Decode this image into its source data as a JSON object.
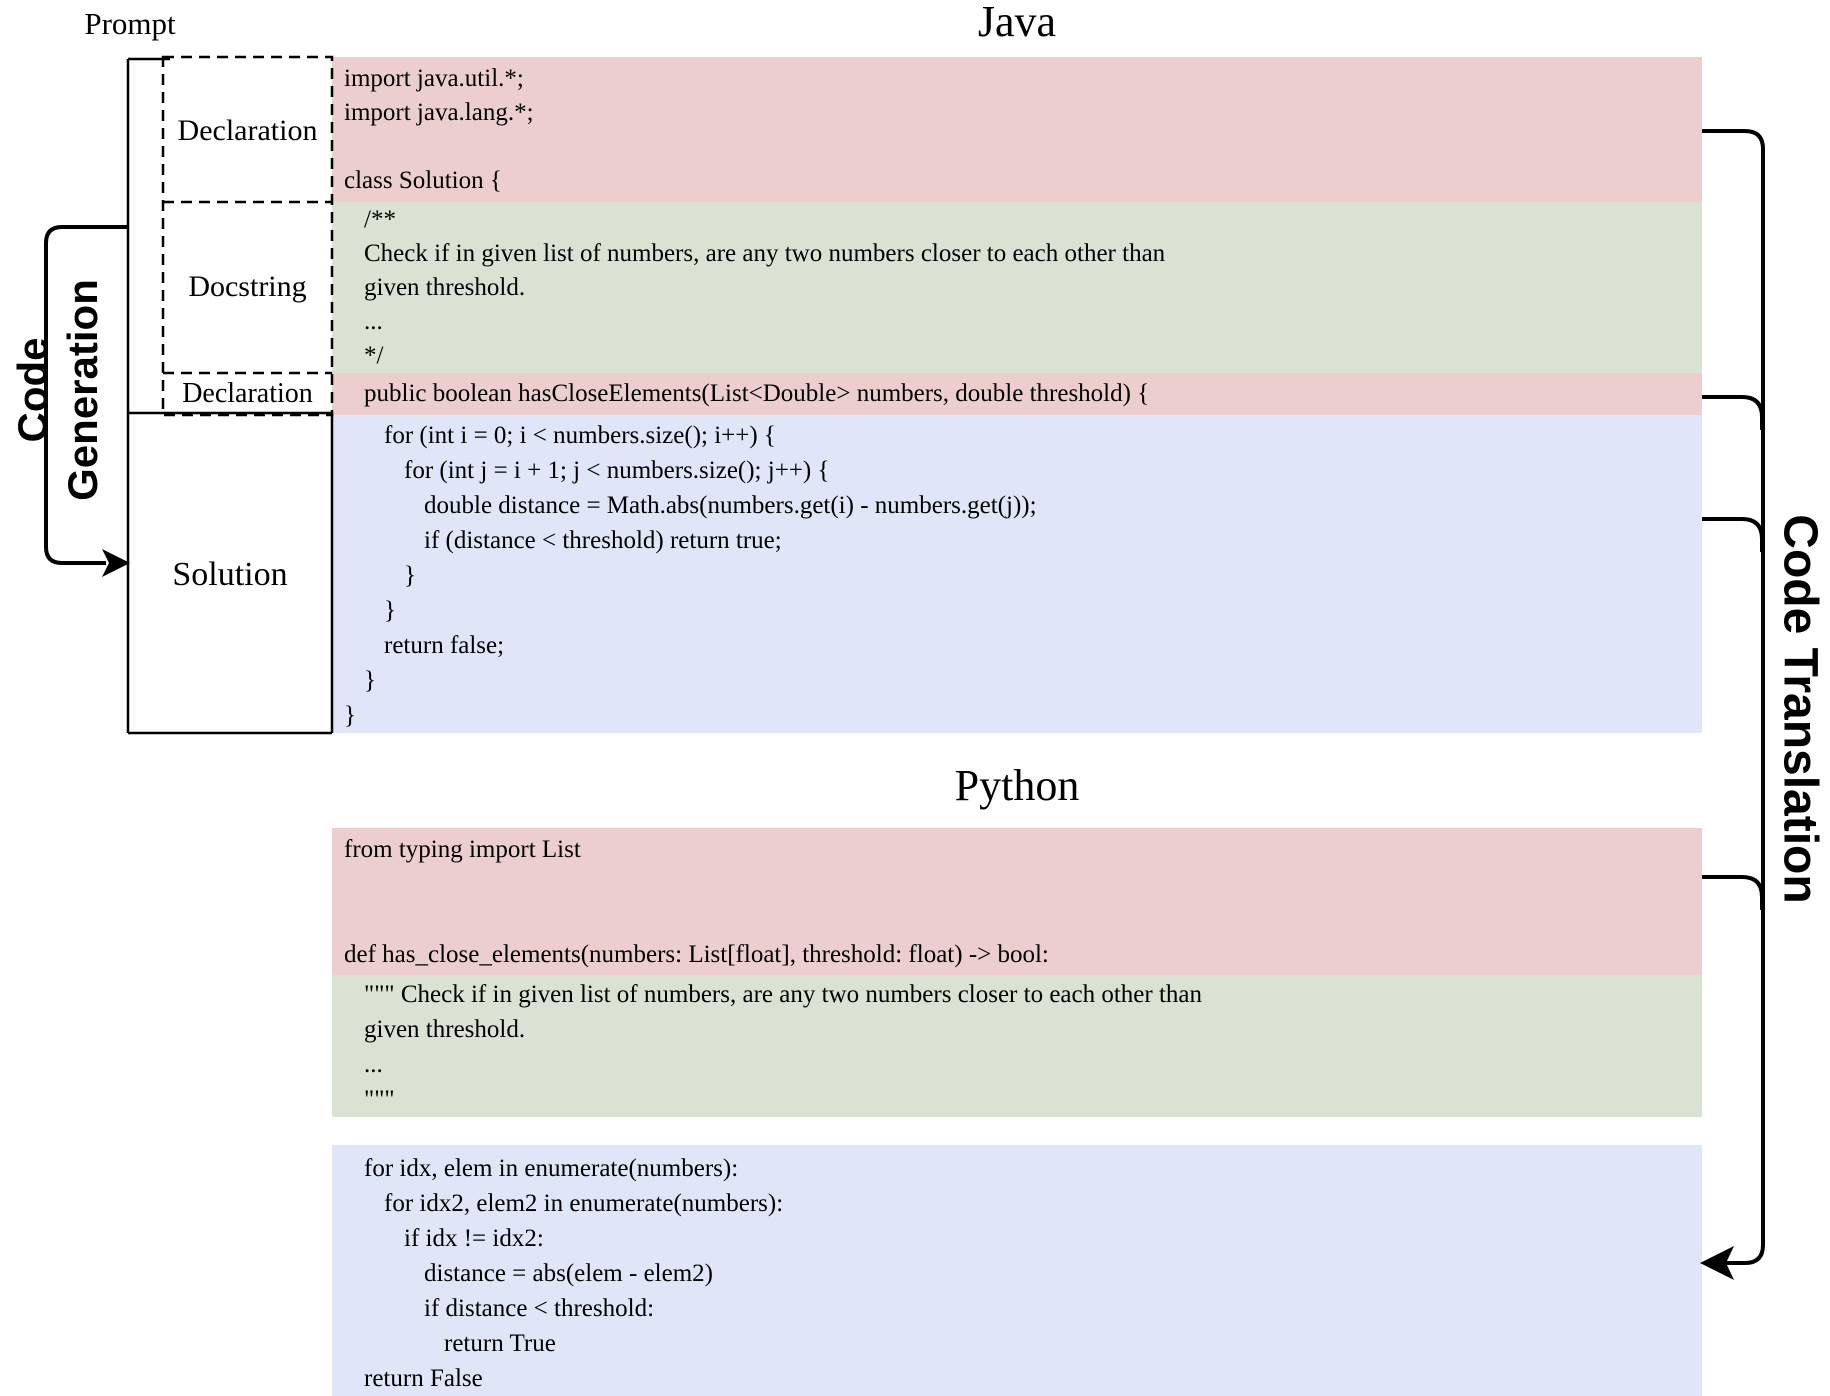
{
  "titles": {
    "java": "Java",
    "python": "Python"
  },
  "prompt_label": "Prompt",
  "section_labels": {
    "declaration_top": "Declaration",
    "docstring": "Docstring",
    "declaration_mid": "Declaration",
    "solution": "Solution"
  },
  "side_labels": {
    "left_line1": "Code",
    "left_line2": "Generation",
    "right": "Code Translation"
  },
  "colors": {
    "declaration_bg": "#ECCECE",
    "docstring_bg": "#D9E2D3",
    "solution_bg": "#DEE6F8",
    "line_color": "#000000"
  },
  "java_code": {
    "declaration_block": [
      {
        "t": "import java.util.*;",
        "i": 0
      },
      {
        "t": "import java.lang.*;",
        "i": 0
      },
      {
        "t": "",
        "i": 0
      },
      {
        "t": "class Solution {",
        "i": 0
      }
    ],
    "docstring_block": [
      {
        "t": "/**",
        "i": 1
      },
      {
        "t": "Check if in given list of numbers, are any two numbers closer to each other than",
        "i": 1
      },
      {
        "t": "given threshold.",
        "i": 1
      },
      {
        "t": "...",
        "i": 1
      },
      {
        "t": "*/",
        "i": 1
      }
    ],
    "signature_block": [
      {
        "t": "public boolean hasCloseElements(List<Double> numbers, double threshold) {",
        "i": 1
      }
    ],
    "solution_block": [
      {
        "t": "for (int i = 0; i < numbers.size(); i++) {",
        "i": 2
      },
      {
        "t": "for (int j = i + 1; j < numbers.size(); j++) {",
        "i": 3
      },
      {
        "t": "double distance = Math.abs(numbers.get(i) - numbers.get(j));",
        "i": 4
      },
      {
        "t": "if (distance < threshold) return true;",
        "i": 4
      },
      {
        "t": "}",
        "i": 3
      },
      {
        "t": "}",
        "i": 2
      },
      {
        "t": "return false;",
        "i": 2
      },
      {
        "t": "}",
        "i": 1
      },
      {
        "t": "}",
        "i": 0
      }
    ]
  },
  "python_code": {
    "declaration_block": [
      {
        "t": "from typing import List",
        "i": 0
      },
      {
        "t": "",
        "i": 0
      },
      {
        "t": "",
        "i": 0
      },
      {
        "t": "def has_close_elements(numbers: List[float], threshold: float) -> bool:",
        "i": 0
      }
    ],
    "docstring_block": [
      {
        "t": "\"\"\" Check if in given list of numbers, are any two numbers closer to each other than",
        "i": 1
      },
      {
        "t": "given threshold.",
        "i": 1
      },
      {
        "t": "...",
        "i": 1
      },
      {
        "t": "\"\"\"",
        "i": 1
      }
    ],
    "solution_block": [
      {
        "t": "for idx, elem in enumerate(numbers):",
        "i": 1
      },
      {
        "t": "for idx2, elem2 in enumerate(numbers):",
        "i": 2
      },
      {
        "t": "if idx != idx2:",
        "i": 3
      },
      {
        "t": "distance = abs(elem - elem2)",
        "i": 4
      },
      {
        "t": "if distance < threshold:",
        "i": 4
      },
      {
        "t": "return True",
        "i": 5
      },
      {
        "t": "return False",
        "i": 1
      }
    ]
  }
}
